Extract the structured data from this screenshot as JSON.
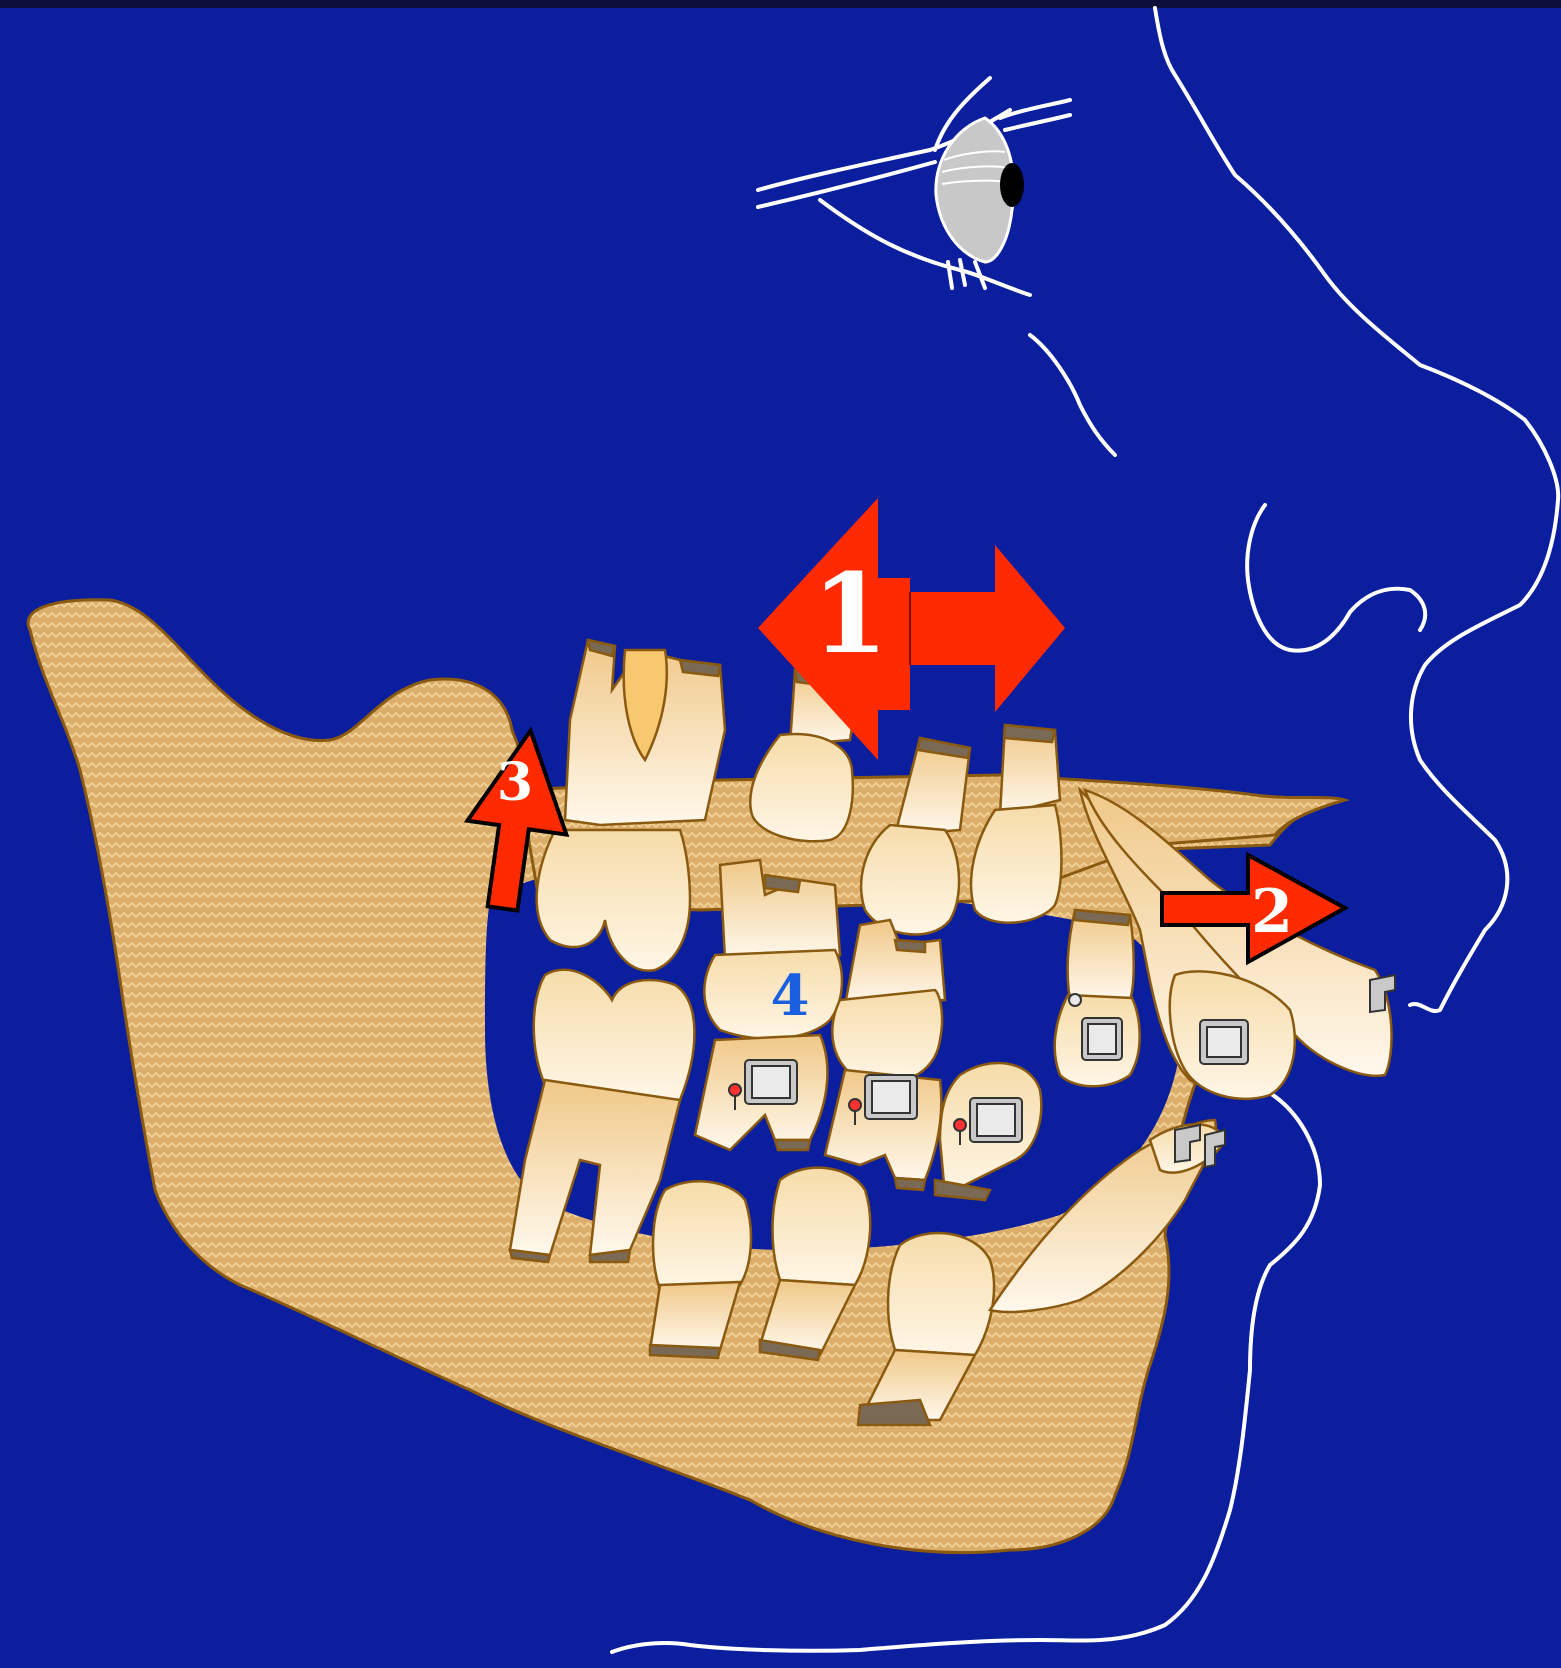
{
  "labels": {
    "arrow_1": "1",
    "arrow_2": "2",
    "arrow_3": "3",
    "marker_4": "4"
  },
  "colors": {
    "background": "#0a1e9e",
    "bone": "#dcae6c",
    "bone_outline": "#8a5a10",
    "tooth": "#f3d7a2",
    "arrow_red": "#ff2a00",
    "arrow_outline": "#000000",
    "label_white": "#ffffff",
    "label_blue": "#1a5fe0",
    "profile_line": "#ffffff"
  },
  "icons": {
    "eye": "eye-icon",
    "bracket": "orthodontic-bracket-icon"
  }
}
